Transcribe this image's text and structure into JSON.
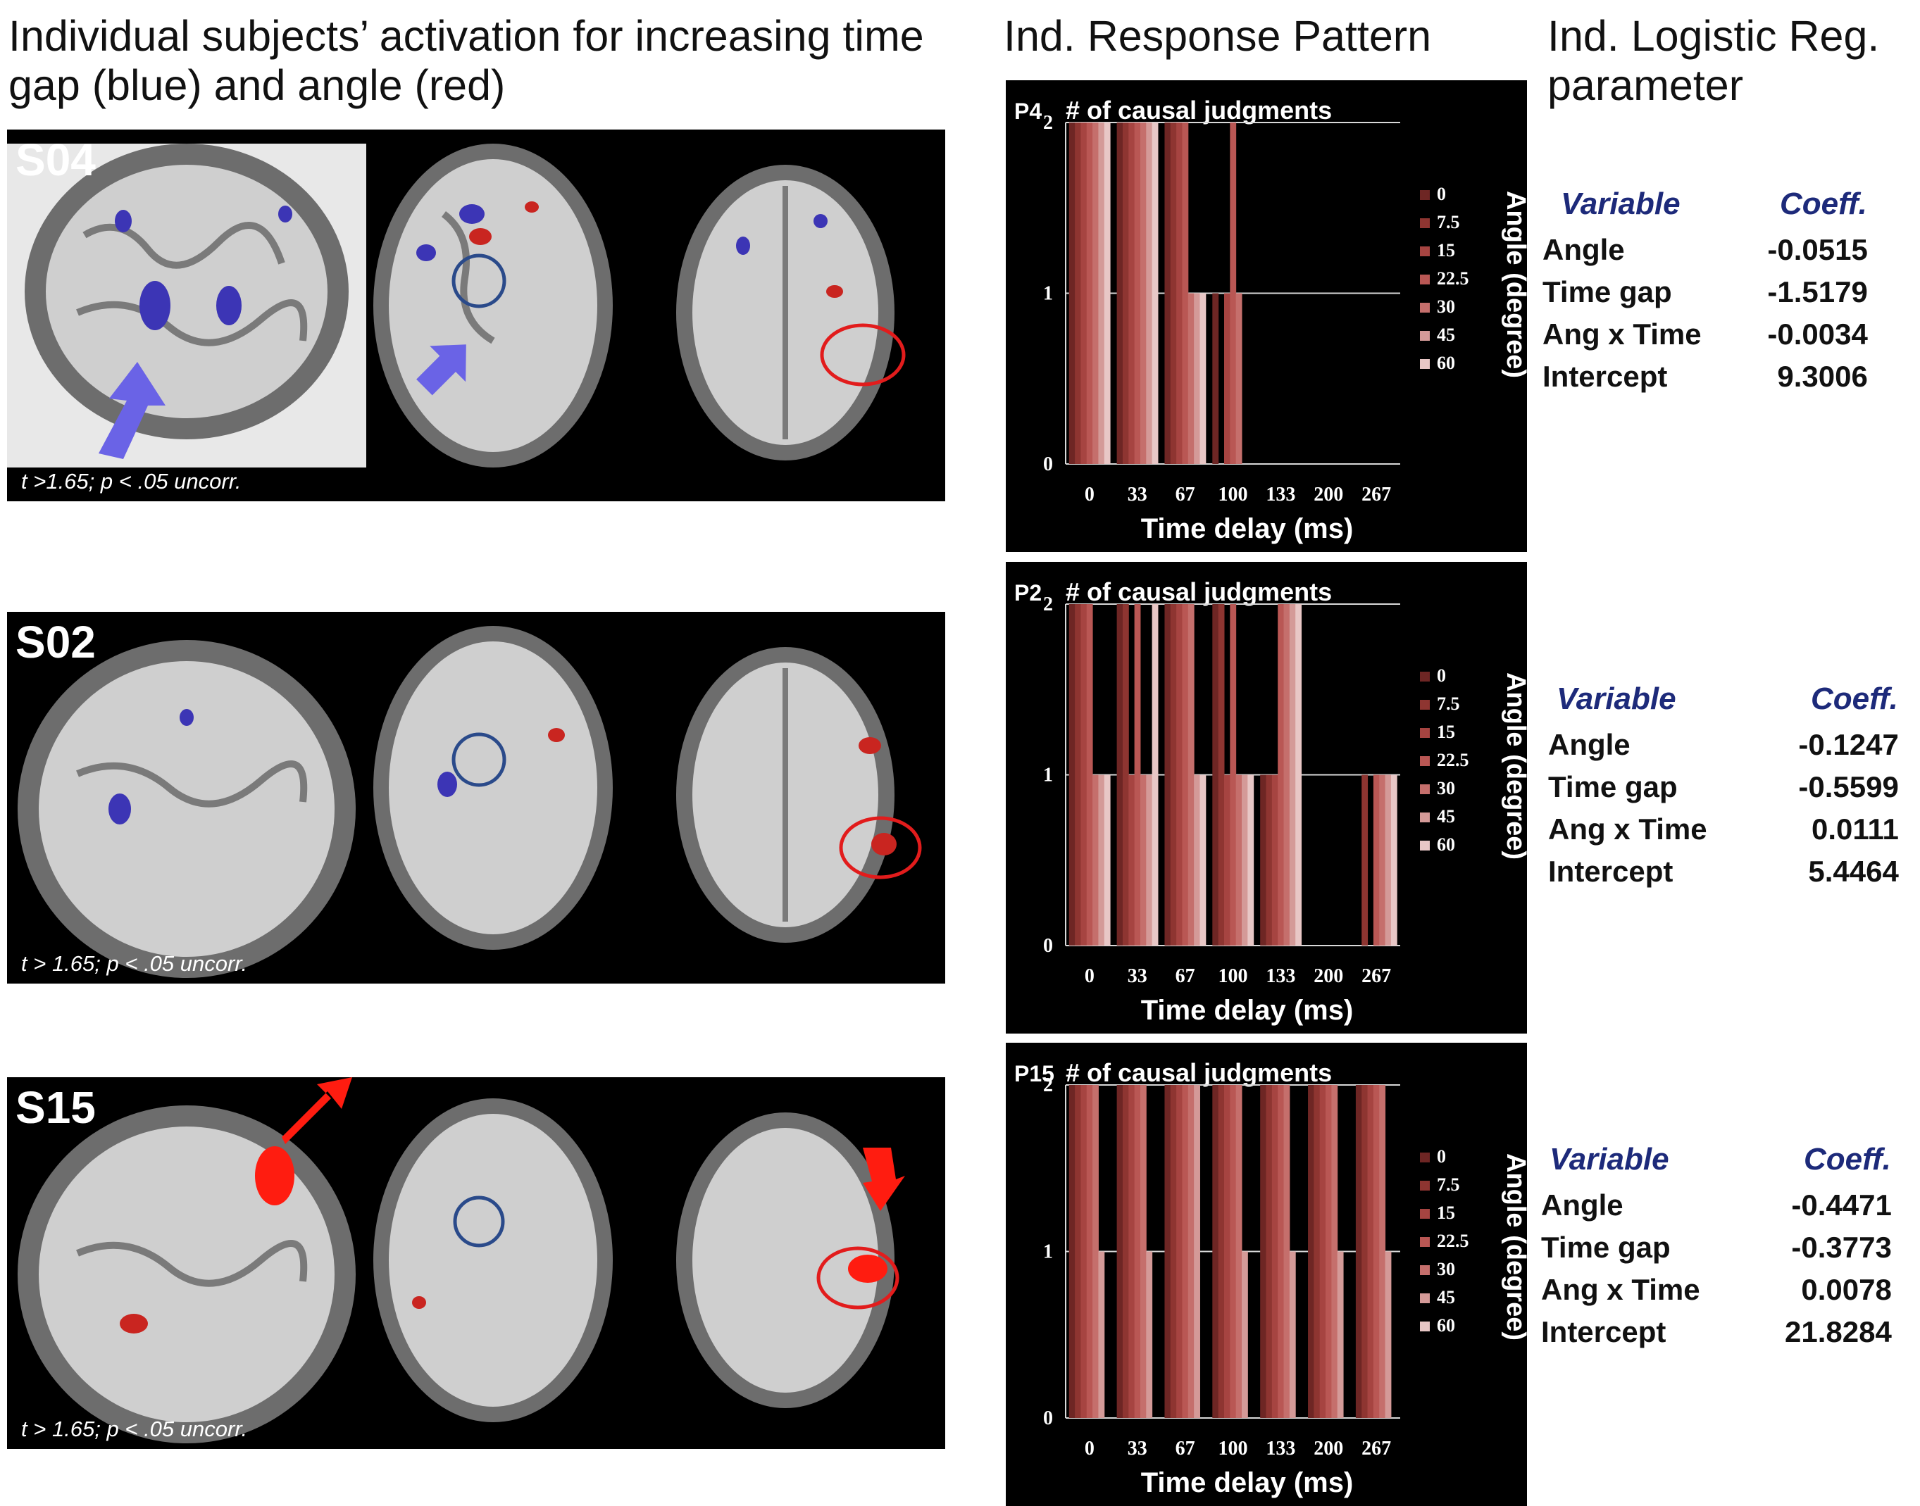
{
  "headers": {
    "left": "Individual subjects’ activation for increasing time gap (blue) and angle (red)",
    "middle": "Ind. Response Pattern",
    "right": "Ind. Logistic Reg. parameter"
  },
  "brain_panels": [
    {
      "subject": "S04",
      "threshold": "t >1.65; p < .05 uncorr."
    },
    {
      "subject": "S02",
      "threshold": "t > 1.65; p < .05 uncorr."
    },
    {
      "subject": "S15",
      "threshold": "t > 1.65; p < .05 uncorr."
    }
  ],
  "colors": {
    "bar_shades": [
      "#6e2624",
      "#8e3531",
      "#a64441",
      "#b95754",
      "#c56f6c",
      "#d49a98",
      "#e8c7c6"
    ],
    "time_gap_activation": "#3c35b5",
    "angle_activation": "#c92520",
    "arrow_blue": "#6a63e6",
    "arrow_red": "#ff1c10",
    "table_header": "#1d2a7a"
  },
  "chart_data": [
    {
      "type": "bar",
      "participant": "P4",
      "title": "# of causal judgments",
      "categories": [
        "0",
        "33",
        "67",
        "100",
        "133",
        "200",
        "267"
      ],
      "xlabel": "Time delay (ms)",
      "ylabel": "# of causal judgments",
      "yticks": [
        "0",
        "1",
        "2"
      ],
      "ylim": [
        0,
        2
      ],
      "legend_title": "Angle (degree)",
      "legend_labels": [
        "0",
        "7.5",
        "15",
        "22.5",
        "30",
        "45",
        "60"
      ],
      "series": [
        {
          "name": "0",
          "values": [
            2,
            2,
            2,
            1,
            0,
            0,
            0
          ]
        },
        {
          "name": "7.5",
          "values": [
            2,
            2,
            2,
            0,
            0,
            0,
            0
          ]
        },
        {
          "name": "15",
          "values": [
            2,
            2,
            2,
            1,
            0,
            0,
            0
          ]
        },
        {
          "name": "22.5",
          "values": [
            2,
            2,
            2,
            2,
            0,
            0,
            0
          ]
        },
        {
          "name": "30",
          "values": [
            2,
            2,
            1,
            1,
            0,
            0,
            0
          ]
        },
        {
          "name": "45",
          "values": [
            2,
            2,
            1,
            0,
            0,
            0,
            0
          ]
        },
        {
          "name": "60",
          "values": [
            2,
            2,
            1,
            0,
            0,
            0,
            0
          ]
        }
      ]
    },
    {
      "type": "bar",
      "participant": "P2",
      "title": "# of causal judgments",
      "categories": [
        "0",
        "33",
        "67",
        "100",
        "133",
        "200",
        "267"
      ],
      "xlabel": "Time delay (ms)",
      "ylabel": "# of causal judgments",
      "yticks": [
        "0",
        "1",
        "2"
      ],
      "ylim": [
        0,
        2
      ],
      "legend_title": "Angle (degree)",
      "legend_labels": [
        "0",
        "7.5",
        "15",
        "22.5",
        "30",
        "45",
        "60"
      ],
      "series": [
        {
          "name": "0",
          "values": [
            2,
            2,
            2,
            2,
            1,
            0,
            0
          ]
        },
        {
          "name": "7.5",
          "values": [
            2,
            2,
            2,
            2,
            1,
            0,
            1
          ]
        },
        {
          "name": "15",
          "values": [
            2,
            1,
            2,
            1,
            1,
            0,
            0
          ]
        },
        {
          "name": "22.5",
          "values": [
            2,
            2,
            2,
            2,
            2,
            0,
            1
          ]
        },
        {
          "name": "30",
          "values": [
            1,
            1,
            2,
            1,
            2,
            0,
            1
          ]
        },
        {
          "name": "45",
          "values": [
            1,
            1,
            1,
            1,
            2,
            0,
            1
          ]
        },
        {
          "name": "60",
          "values": [
            1,
            2,
            1,
            1,
            2,
            0,
            1
          ]
        }
      ]
    },
    {
      "type": "bar",
      "participant": "P15",
      "title": "# of causal judgments",
      "categories": [
        "0",
        "33",
        "67",
        "100",
        "133",
        "200",
        "267"
      ],
      "xlabel": "Time delay (ms)",
      "ylabel": "# of causal judgments",
      "yticks": [
        "0",
        "1",
        "2"
      ],
      "ylim": [
        0,
        2
      ],
      "legend_title": "Angle (degree)",
      "legend_labels": [
        "0",
        "7.5",
        "15",
        "22.5",
        "30",
        "45",
        "60"
      ],
      "series": [
        {
          "name": "0",
          "values": [
            2,
            2,
            2,
            2,
            2,
            2,
            2
          ]
        },
        {
          "name": "7.5",
          "values": [
            2,
            2,
            2,
            2,
            2,
            2,
            2
          ]
        },
        {
          "name": "15",
          "values": [
            2,
            2,
            2,
            2,
            2,
            2,
            2
          ]
        },
        {
          "name": "22.5",
          "values": [
            2,
            2,
            2,
            2,
            2,
            2,
            2
          ]
        },
        {
          "name": "30",
          "values": [
            2,
            2,
            2,
            2,
            2,
            2,
            2
          ]
        },
        {
          "name": "45",
          "values": [
            1,
            1,
            2,
            1,
            1,
            1,
            1
          ]
        },
        {
          "name": "60",
          "values": [
            0,
            0,
            0,
            0,
            0,
            0,
            0
          ]
        }
      ]
    }
  ],
  "tables": [
    {
      "head": [
        "Variable",
        "Coeff."
      ],
      "rows": [
        [
          "Angle",
          "-0.0515"
        ],
        [
          "Time gap",
          "-1.5179"
        ],
        [
          "Ang x Time",
          "-0.0034"
        ],
        [
          "Intercept",
          "9.3006"
        ]
      ]
    },
    {
      "head": [
        "Variable",
        "Coeff."
      ],
      "rows": [
        [
          "Angle",
          "-0.1247"
        ],
        [
          "Time gap",
          "-0.5599"
        ],
        [
          "Ang x Time",
          "0.0111"
        ],
        [
          "Intercept",
          "5.4464"
        ]
      ]
    },
    {
      "head": [
        "Variable",
        "Coeff."
      ],
      "rows": [
        [
          "Angle",
          "-0.4471"
        ],
        [
          "Time gap",
          "-0.3773"
        ],
        [
          "Ang x Time",
          "0.0078"
        ],
        [
          "Intercept",
          "21.8284"
        ]
      ]
    }
  ]
}
